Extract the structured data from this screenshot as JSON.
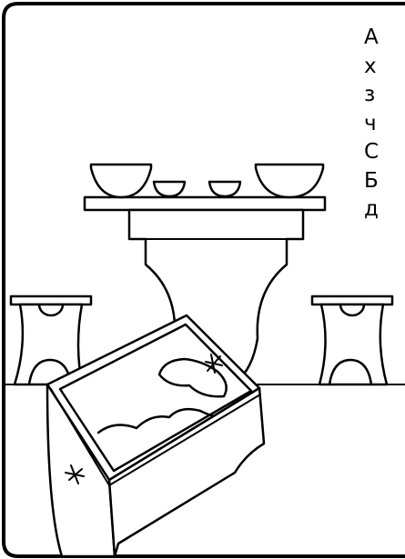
{
  "caption": {
    "lines": [
      "А",
      "х",
      "з",
      "ч",
      "С",
      "Б",
      "д"
    ]
  }
}
